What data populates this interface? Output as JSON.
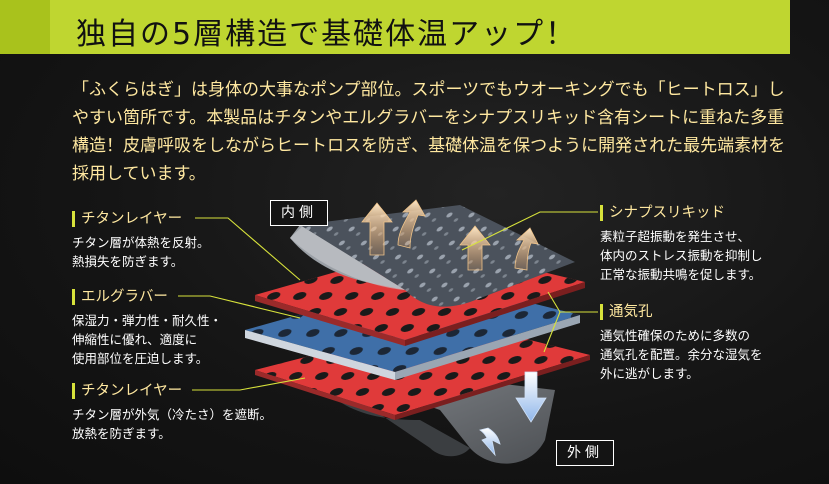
{
  "title": "独自の5層構造で基礎体温アップ！",
  "intro": "「ふくらはぎ」は身体の大事なポンプ部位。スポーツでもウオーキングでも「ヒートロス」しやすい箇所です。本製品はチタンやエルグラバーをシナプスリキッド含有シートに重ねた多重構造！皮膚呼吸をしながらヒートロスを防ぎ、基礎体温を保つように開発された最先端素材を採用しています。",
  "labels": {
    "inside": "内側",
    "outside": "外側"
  },
  "callouts": {
    "titanium_inner": {
      "heading": "チタンレイヤー",
      "lines": [
        "チタン層が体熱を反射。",
        "熱損失を防ぎます。"
      ]
    },
    "elgrabber": {
      "heading": "エルグラバー",
      "lines": [
        "保湿力・弾力性・耐久性・",
        "伸縮性に優れ、適度に",
        "使用部位を圧迫します。"
      ]
    },
    "titanium_outer": {
      "heading": "チタンレイヤー",
      "lines": [
        "チタン層が外気（冷たさ）を遮断。",
        "放熱を防ぎます。"
      ]
    },
    "synapse": {
      "heading": "シナプスリキッド",
      "lines": [
        "素粒子超振動を発生させ、",
        "体内のストレス振動を抑制し",
        "正常な振動共鳴を促します。"
      ]
    },
    "vent": {
      "heading": "通気孔",
      "lines": [
        "通気性確保のために多数の",
        "通気孔を配置。余分な湿気を",
        "外に逃がします。"
      ]
    }
  },
  "colors": {
    "title_bar": "#bfd630",
    "intro_text": "#ffe8a0",
    "leader_line": "#d7e23b",
    "red_layer": "#e03a3a",
    "blue_layer": "#3f6fa8",
    "gray_layer": "#6f7378",
    "heat_arrow": "#f2b870",
    "cool_arrow": "#a9c9ef"
  }
}
